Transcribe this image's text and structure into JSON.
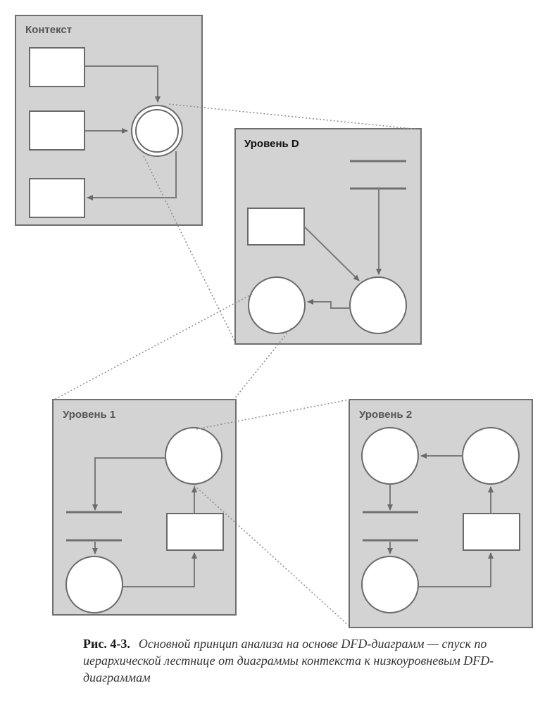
{
  "panels": {
    "context": {
      "title": "Контекст"
    },
    "level_d": {
      "title": "Уровень D"
    },
    "level_1": {
      "title": "Уровень 1"
    },
    "level_2": {
      "title": "Уровень 2"
    }
  },
  "caption": {
    "label": "Рис. 4-3.",
    "text": "Основной принцип анализа на основе DFD-диаграмм — спуск по иерархической лестнице от диаграммы контекста к низкоуровневым DFD-диаграммам"
  },
  "colors": {
    "panel_fill": "#d3d3d3",
    "line": "#6f6f6f"
  }
}
